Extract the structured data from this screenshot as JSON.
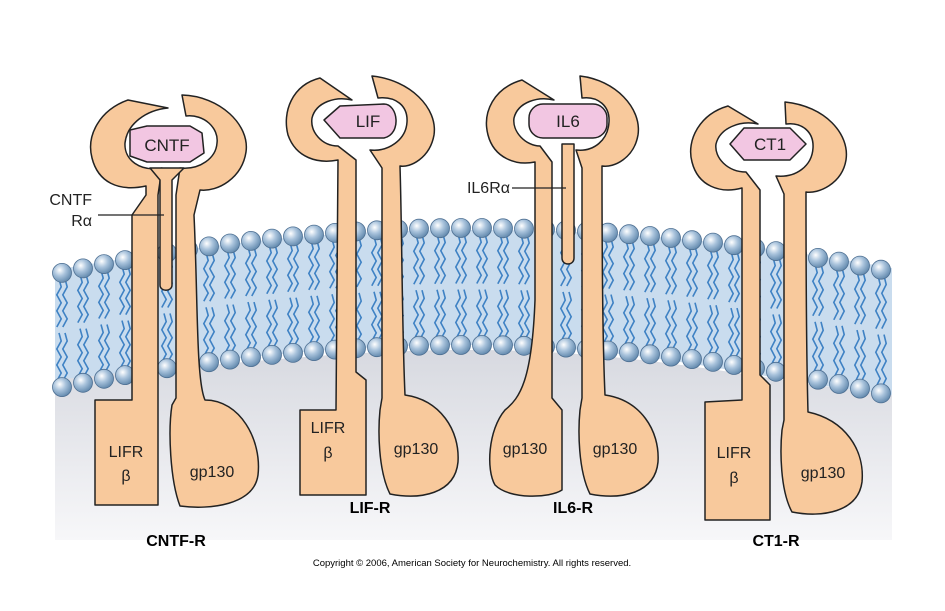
{
  "receptors": [
    {
      "name": "CNTF-R",
      "ligand": "CNTF",
      "chain_left": [
        "LIFR",
        "β"
      ],
      "chain_right": "gp130",
      "alpha_label": [
        "CNTF",
        "Rα"
      ]
    },
    {
      "name": "LIF-R",
      "ligand": "LIF",
      "chain_left": [
        "LIFR",
        "β"
      ],
      "chain_right": "gp130"
    },
    {
      "name": "IL6-R",
      "ligand": "IL6",
      "chain_left": [
        "gp130"
      ],
      "chain_right": "gp130",
      "alpha_label": [
        "IL6Rα"
      ]
    },
    {
      "name": "CT1-R",
      "ligand": "CT1",
      "chain_left": [
        "LIFR",
        "β"
      ],
      "chain_right": "gp130"
    }
  ],
  "copyright": "Copyright © 2006, American Society for Neurochemistry.  All rights reserved.",
  "colors": {
    "membrane_head": "#8fb0cf",
    "membrane_tail": "#3f82c4",
    "membrane_core": "#c9dcee",
    "receptor_fill": "#f8c99c",
    "ligand_fill": "#f2c6e2",
    "cytoplasm": "#e5e6ea"
  }
}
